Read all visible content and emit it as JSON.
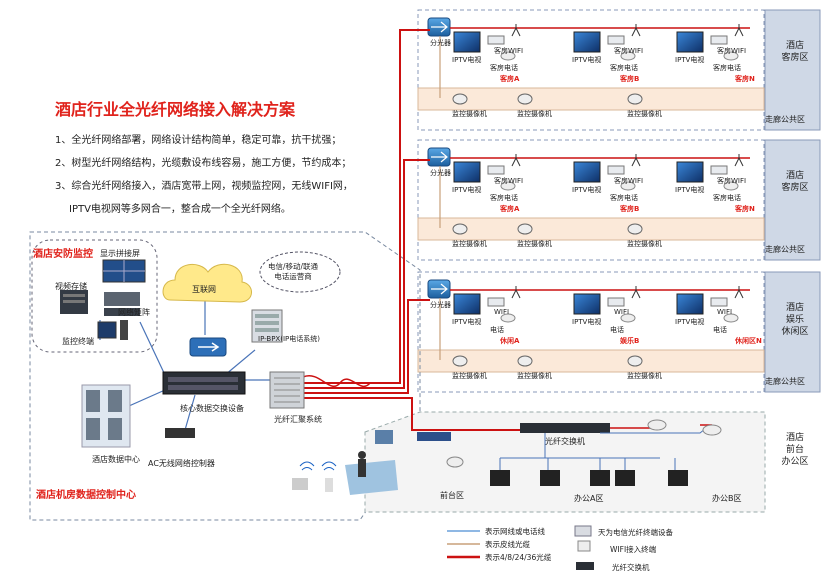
{
  "title": "酒店行业全光纤网络接入解决方案",
  "bullets": [
    "1、全光纤网络部署，网络设计结构简单，稳定可靠，抗干扰强；",
    "2、树型光纤网络结构，光缆敷设布线容易，施工方便，节约成本；",
    "3、综合光纤网络接入，酒店宽带上网，视频监控网，无线WIFI网，",
    "IPTV电视网等多网合一，整合成一个全光纤网络。"
  ],
  "security": {
    "title": "酒店安防监控",
    "display_wall": "显示拼接屏",
    "video_storage": "视频存储",
    "network_matrix": "网络矩阵",
    "monitor_terminal": "监控终端"
  },
  "datacenter": {
    "title": "酒店机房数据控制中心",
    "internet": "互联网",
    "carrier": "电信/移动/联通\n电话运营商",
    "ippbx": "IP-BPX(IP电话系统)",
    "core_switch": "核心数据交换设备",
    "fiber_aggregation": "光纤汇聚系统",
    "data_center": "酒店数据中心",
    "ac_controller": "AC无线网络控制器"
  },
  "zones": [
    {
      "label": "酒店\n客房区",
      "splitter": "分光器",
      "units": [
        {
          "tv": "IPTV电视",
          "phone": "客房电话",
          "wifi": "客房WIFI",
          "name": "客房A"
        },
        {
          "tv": "IPTV电视",
          "phone": "客房电话",
          "wifi": "客房WIFI",
          "name": "客房B"
        },
        {
          "tv": "IPTV电视",
          "phone": "客房电话",
          "wifi": "客房WIFI",
          "name": "客房N"
        }
      ],
      "corridor": "走廊公共区",
      "cameras": [
        "监控摄像机",
        "监控摄像机",
        "监控摄像机"
      ]
    },
    {
      "label": "酒店\n客房区",
      "splitter": "分光器",
      "units": [
        {
          "tv": "IPTV电视",
          "phone": "客房电话",
          "wifi": "客房WIFI",
          "name": "客房A"
        },
        {
          "tv": "IPTV电视",
          "phone": "客房电话",
          "wifi": "客房WIFI",
          "name": "客房B"
        },
        {
          "tv": "IPTV电视",
          "phone": "客房电话",
          "wifi": "客房WIFI",
          "name": "客房N"
        }
      ],
      "corridor": "走廊公共区",
      "cameras": [
        "监控摄像机",
        "监控摄像机",
        "监控摄像机"
      ]
    },
    {
      "label": "酒店\n娱乐\n休闲区",
      "splitter": "分光器",
      "units": [
        {
          "tv": "IPTV电视",
          "phone": "电话",
          "wifi": "WIFI",
          "name": "休闲A"
        },
        {
          "tv": "IPTV电视",
          "phone": "电话",
          "wifi": "WIFI",
          "name": "娱乐B"
        },
        {
          "tv": "IPTV电视",
          "phone": "电话",
          "wifi": "WIFI",
          "name": "休闲区N"
        }
      ],
      "corridor": "走廊公共区",
      "cameras": [
        "监控摄像机",
        "监控摄像机",
        "监控摄像机"
      ]
    }
  ],
  "office": {
    "label": "酒店\n前台\n办公区",
    "fiber_switch": "光纤交换机",
    "front_desk": "前台区",
    "office_a": "办公A区",
    "office_b": "办公B区"
  },
  "legend": {
    "line1": "表示网线或电话线",
    "line2": "表示皮线光缆",
    "line3": "表示4/8/24/36光缆",
    "dev1": "天为电信光纤终端设备",
    "dev2": "WIFI接入终端",
    "dev3": "光纤交换机"
  },
  "colors": {
    "fiber_red": "#cc1111",
    "title_red": "#e0231c",
    "zone_bg": "#cfd8e6",
    "corridor_bg": "#fbe9d9"
  }
}
